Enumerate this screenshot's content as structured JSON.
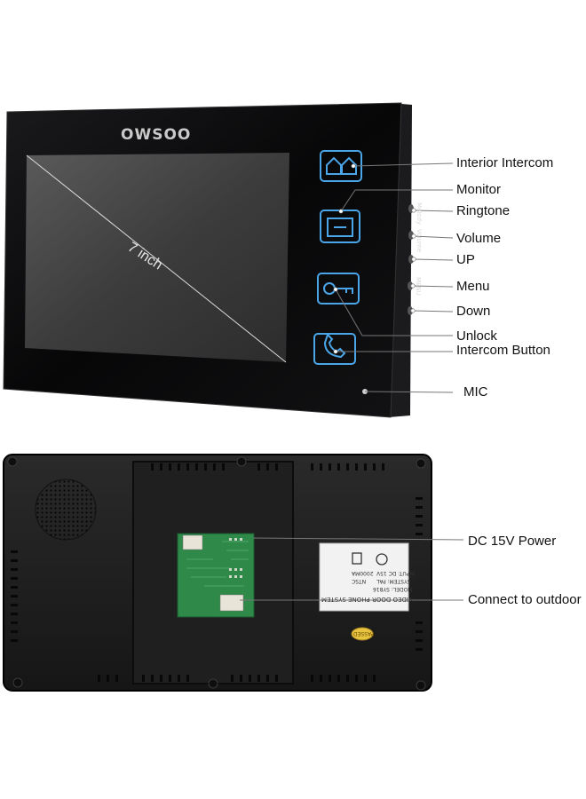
{
  "brand": "OWSOO",
  "screen_size_label": "7 inch",
  "front_labels": {
    "interior_intercom": "Interior Intercom",
    "monitor": "Monitor",
    "ringtone": "Ringtone",
    "volume": "Volume",
    "up": "UP",
    "menu": "Menu",
    "down": "Down",
    "unlock": "Unlock",
    "intercom_button": "Intercom Button",
    "mic": "MIC"
  },
  "side_marks": {
    "melody": "Melody",
    "volume": "Volume",
    "menu": "MENU"
  },
  "back_labels": {
    "dc_power": "DC 15V Power",
    "connect_outdoor": "Connect to outdoor"
  },
  "sticker": {
    "title": "VIDEO DOOR PHONE SYSTEM",
    "model": "MODEL: SY816",
    "system": "SYSTEM: PAL",
    "ntsc": "NTSC",
    "input": "INPUT: DC 15V",
    "current": "2000MA",
    "badge": "PASSED"
  },
  "colors": {
    "panel": "#0b0b0d",
    "button_glow": "#4aa6e8",
    "back_case": "#1c1c1c",
    "pcb": "#2f8a4a"
  }
}
